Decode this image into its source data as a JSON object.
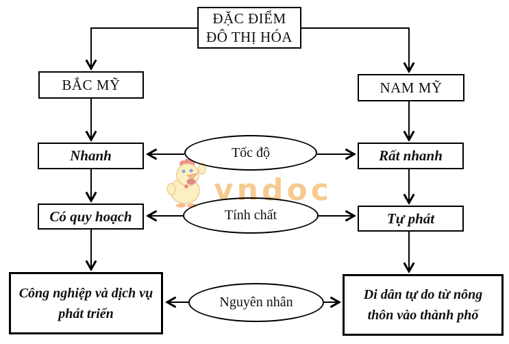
{
  "title_box": {
    "line1": "ĐẶC ĐIỂM",
    "line2": "ĐÔ THỊ HÓA"
  },
  "branches": {
    "north_america": {
      "name": "BẮC MỸ",
      "speed": "Nhanh",
      "nature": "Có quy hoạch",
      "cause": "Công nghiệp và dịch vụ phát triển"
    },
    "south_america": {
      "name": "NAM MỸ",
      "speed": "Rất nhanh",
      "nature": "Tự phát",
      "cause": "Di dân tự do từ nông thôn vào thành phố"
    }
  },
  "criteria": {
    "speed": "Tốc độ",
    "nature": "Tính chất",
    "cause": "Nguyên nhân"
  },
  "watermark": {
    "text": "vndoc",
    "mascot": "chick-mascot",
    "color": "#f0a236"
  },
  "colors": {
    "line": "#000000",
    "background": "#ffffff",
    "text": "#111111"
  }
}
